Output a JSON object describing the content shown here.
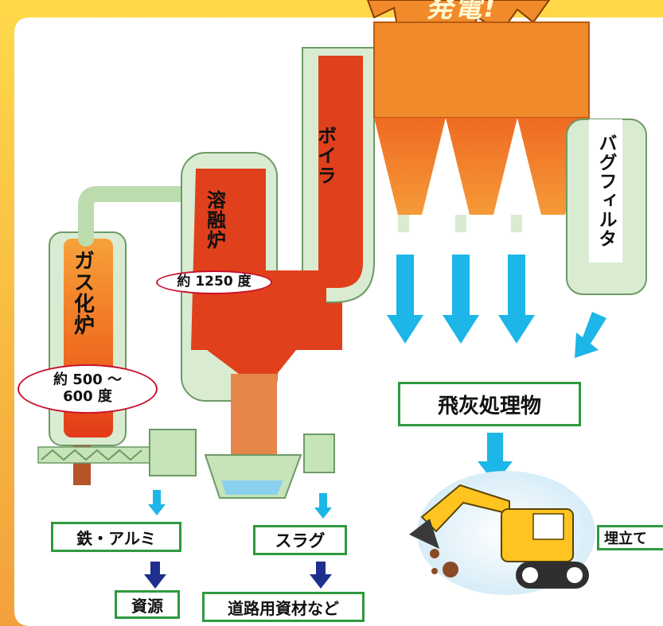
{
  "badge": {
    "text": "発電!"
  },
  "process": {
    "gasifier": "ガス化炉",
    "melting_furnace": "溶融炉",
    "boiler": "ボイラ",
    "bag_filter": "バグフィルタ"
  },
  "temperatures": {
    "melting": "約 1250 度",
    "gasifier": "約 500 〜\n600 度"
  },
  "outputs": {
    "fly_ash": "飛灰処理物",
    "landfill": "埋立て",
    "iron_aluminum": "鉄・アルミ",
    "resources": "資源",
    "slag": "スラグ",
    "road_materials": "道路用資材など"
  },
  "colors": {
    "frame_yellow": "#f6c447",
    "panel": "#ffffff",
    "furnace_red": "#e0401c",
    "furnace_orange": "#f08a2a",
    "equipment_green": "#c6e4b8",
    "arrow_light_blue": "#1cb6e8",
    "arrow_navy": "#1f2f8e",
    "box_border": "#2e9a3e",
    "oval_border": "#c8102e"
  }
}
